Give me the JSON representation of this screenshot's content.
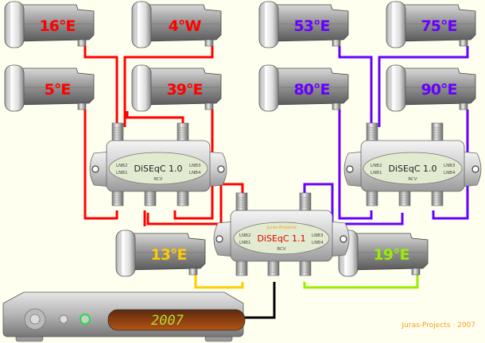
{
  "diagram": {
    "title": "DiSEqC 1.1 cascade with two DiSEqC 1.0 switches",
    "lnbs": [
      {
        "id": "lnb-16e",
        "label": "16°E",
        "color": "#ff0000",
        "group": "left-switch",
        "port": "LNB2"
      },
      {
        "id": "lnb-4w",
        "label": "4°W",
        "color": "#ff0000",
        "group": "left-switch",
        "port": "LNB3"
      },
      {
        "id": "lnb-5e",
        "label": "5°E",
        "color": "#ff0000",
        "group": "left-switch",
        "port": "LNB1"
      },
      {
        "id": "lnb-39e",
        "label": "39°E",
        "color": "#ff0000",
        "group": "left-switch",
        "port": "LNB4"
      },
      {
        "id": "lnb-53e",
        "label": "53°E",
        "color": "#6600ff",
        "group": "right-switch",
        "port": "LNB2"
      },
      {
        "id": "lnb-75e",
        "label": "75°E",
        "color": "#6600ff",
        "group": "right-switch",
        "port": "LNB3"
      },
      {
        "id": "lnb-80e",
        "label": "80°E",
        "color": "#6600ff",
        "group": "right-switch",
        "port": "LNB1"
      },
      {
        "id": "lnb-90e",
        "label": "90°E",
        "color": "#6600ff",
        "group": "right-switch",
        "port": "LNB4"
      },
      {
        "id": "lnb-13e",
        "label": "13°E",
        "color": "#ffcc00",
        "group": "main-switch",
        "port": "LNB1"
      },
      {
        "id": "lnb-19e",
        "label": "19°E",
        "color": "#99ee00",
        "group": "main-switch",
        "port": "LNB4"
      }
    ],
    "switches": [
      {
        "id": "left-switch",
        "title": "DiSEqC 1.0",
        "ports": {
          "lnb1": "LNB1",
          "lnb2": "LNB2",
          "lnb3": "LNB3",
          "lnb4": "LNB4",
          "rcv": "RCV"
        },
        "brand": ""
      },
      {
        "id": "right-switch",
        "title": "DiSEqC 1.0",
        "ports": {
          "lnb1": "LNB1",
          "lnb2": "LNB2",
          "lnb3": "LNB3",
          "lnb4": "LNB4",
          "rcv": "RCV"
        },
        "brand": ""
      },
      {
        "id": "main-switch",
        "title": "DiSEqC 1.1",
        "ports": {
          "lnb1": "LNB1",
          "lnb2": "LNB2",
          "lnb3": "LNB3",
          "lnb4": "LNB4",
          "rcv": "RCV"
        },
        "brand": "Juras-Projects"
      }
    ],
    "receiver": {
      "display": "2007"
    },
    "cable_colors": {
      "red": "#ff0000",
      "purple": "#6600ff",
      "yellow": "#ffcc00",
      "green": "#99ee00",
      "black": "#000000"
    },
    "credit": "Juras-Projects · 2007"
  }
}
